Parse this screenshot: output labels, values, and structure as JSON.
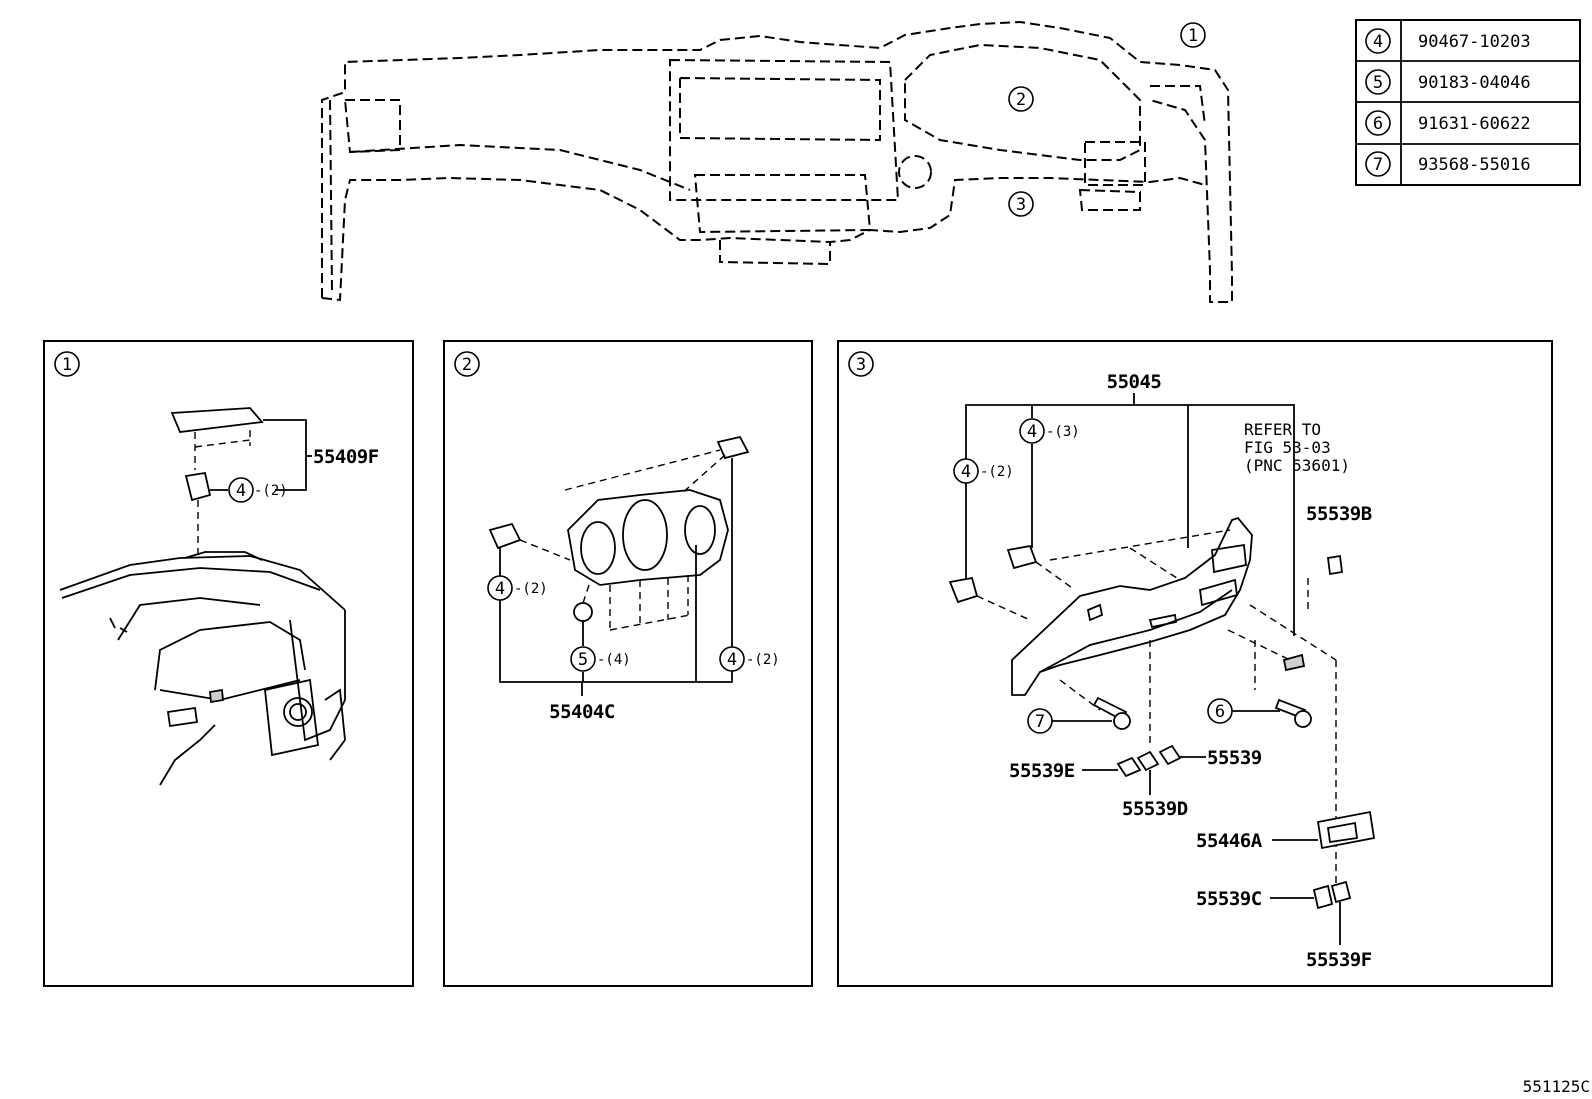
{
  "legend_table": {
    "rows": [
      {
        "no": "4",
        "part": "90467-10203"
      },
      {
        "no": "5",
        "part": "90183-04046"
      },
      {
        "no": "6",
        "part": "91631-60622"
      },
      {
        "no": "7",
        "part": "93568-55016"
      }
    ]
  },
  "overview": {
    "callouts": [
      "1",
      "2",
      "3"
    ]
  },
  "panel1": {
    "number": "1",
    "label_cover": "55409F",
    "clip_no": "4",
    "clip_qty": "-(2)"
  },
  "panel2": {
    "number": "2",
    "label_bezel": "55404C",
    "clip_left_no": "4",
    "clip_left_qty": "-(2)",
    "nut_no": "5",
    "nut_qty": "-(4)",
    "clip_right_no": "4",
    "clip_right_qty": "-(2)"
  },
  "panel3": {
    "number": "3",
    "label_panel": "55045",
    "clip_a_no": "4",
    "clip_a_qty": "-(3)",
    "clip_b_no": "4",
    "clip_b_qty": "-(2)",
    "refer_line1": "REFER TO",
    "refer_line2": "FIG 53-03",
    "refer_line3": "(PNC 53601)",
    "label_b": "55539B",
    "screw7_no": "7",
    "screw6_no": "6",
    "label_e": "55539E",
    "label_plain": "55539",
    "label_d": "55539D",
    "label_switch": "55446A",
    "label_c": "55539C",
    "label_f": "55539F"
  },
  "figure_code": "551125C"
}
